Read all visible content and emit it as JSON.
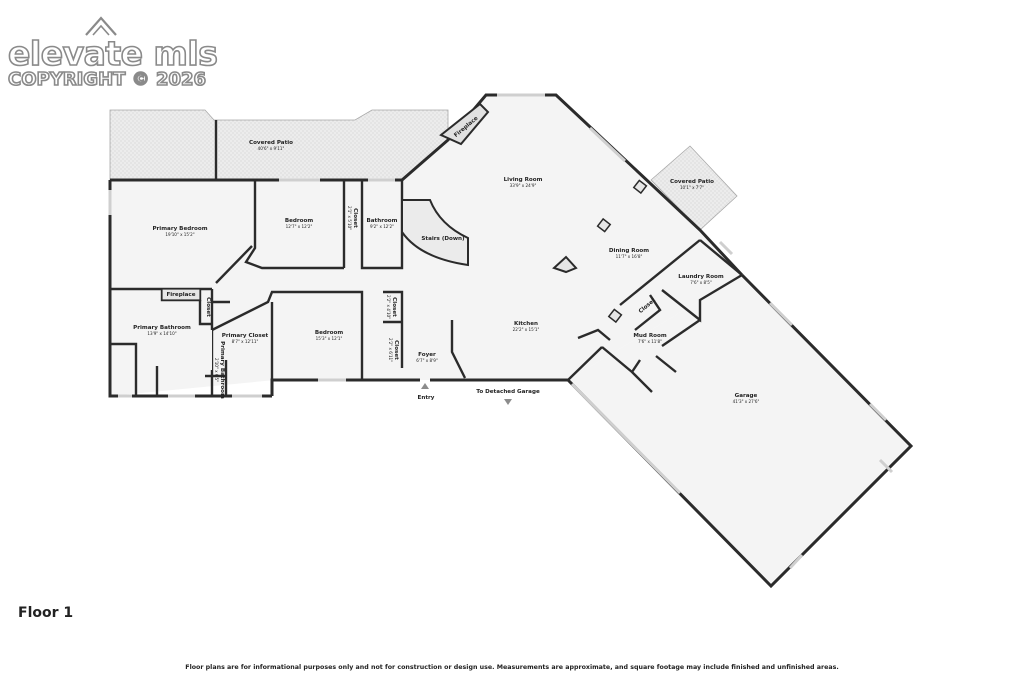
{
  "watermark": {
    "brand": "elevate mls",
    "copyright": "COPYRIGHT © 2026"
  },
  "floor_label": "Floor 1",
  "disclaimer": "Floor plans are for informational purposes only and not for construction or design use. Measurements are approximate, and square footage may include finished and unfinished areas.",
  "rooms": {
    "covered_patio_left": {
      "name": "Covered Patio",
      "dims": "40'6\" x 9'11\""
    },
    "living_room": {
      "name": "Living Room",
      "dims": "33'9\" x 24'9\""
    },
    "covered_patio_right": {
      "name": "Covered Patio",
      "dims": "10'1\" x 7'7\""
    },
    "primary_bedroom": {
      "name": "Primary Bedroom",
      "dims": "19'10\" x 15'2\""
    },
    "bedroom_1": {
      "name": "Bedroom",
      "dims": "12'7\" x 12'2\""
    },
    "closet_1": {
      "name": "Closet",
      "dims": "2'1\" x 5'10\""
    },
    "bathroom": {
      "name": "Bathroom",
      "dims": "9'2\" x 12'2\""
    },
    "stairs": {
      "name": "Stairs (Down)"
    },
    "dining_room": {
      "name": "Dining Room",
      "dims": "11'7\" x 16'8\""
    },
    "laundry_room": {
      "name": "Laundry Room",
      "dims": "7'6\" x 8'5\""
    },
    "fireplace_top": {
      "name": "Fireplace"
    },
    "fireplace_left": {
      "name": "Fireplace"
    },
    "closet_2": {
      "name": "Closet"
    },
    "primary_bathroom": {
      "name": "Primary Bathroom",
      "dims": "13'9\" x 14'10\""
    },
    "primary_closet": {
      "name": "Primary Closet",
      "dims": "8'7\" x 12'11\""
    },
    "primary_bathroom_small": {
      "name": "Primary Bathroom",
      "dims": "2'10\" x 6'5\""
    },
    "bedroom_2": {
      "name": "Bedroom",
      "dims": "15'3\" x 12'1\""
    },
    "closet_3": {
      "name": "Closet",
      "dims": "2'2\" x 4'10\""
    },
    "closet_4": {
      "name": "Closet",
      "dims": "2'2\" x 6'11\""
    },
    "foyer": {
      "name": "Foyer",
      "dims": "6'7\" x 8'9\""
    },
    "kitchen": {
      "name": "Kitchen",
      "dims": "22'2\" x 15'1\""
    },
    "closet_5": {
      "name": "Closet"
    },
    "mud_room": {
      "name": "Mud Room",
      "dims": "7'6\" x 11'8\""
    },
    "garage": {
      "name": "Garage",
      "dims": "41'3\" x 27'6\""
    }
  },
  "markers": {
    "entry": "Entry",
    "detached_garage": "To Detached Garage"
  },
  "colors": {
    "wall": "#2b2b2b",
    "floor": "#f4f4f4",
    "patio": "#e6e6e6",
    "window": "#cfcfcf",
    "marker": "#8c8c8c"
  }
}
